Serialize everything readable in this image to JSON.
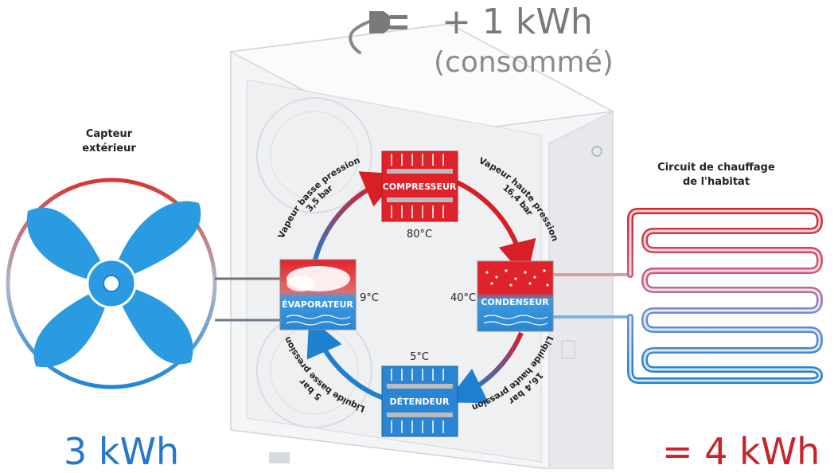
{
  "energy": {
    "consumed_value": "+ 1 kWh",
    "consumed_note": "(consommé)",
    "captured": "3 kWh",
    "output": "= 4 kWh"
  },
  "labels": {
    "capteur_line1": "Capteur",
    "capteur_line2": "extérieur",
    "circuit_line1": "Circuit de chauffage",
    "circuit_line2": "de l'habitat"
  },
  "components": {
    "compresseur": "COMPRESSEUR",
    "condenseur": "CONDENSEUR",
    "detendeur": "DÉTENDEUR",
    "evaporateur": "ÉVAPORATEUR"
  },
  "temperatures": {
    "compresseur": "80°C",
    "condenseur": "40°C",
    "detendeur": "5°C",
    "evaporateur": "9°C"
  },
  "arcs": {
    "top_left_line1": "Vapeur basse pression",
    "top_left_line2": "3,5 bar",
    "top_right_line1": "Vapeur haute pression",
    "top_right_line2": "16,4 bar",
    "bottom_right_line1": "16,4 bar",
    "bottom_right_line2": "Liquide haute pression",
    "bottom_left_line1": "5 bar",
    "bottom_left_line2": "Liquide basse pression"
  },
  "icons": {
    "plug": "plug-icon",
    "fan": "fan-icon",
    "heating": "heating-coil-icon"
  },
  "colors": {
    "hot": "#d91f26",
    "cold": "#1f7fd0",
    "fan": "#2a9be0"
  }
}
